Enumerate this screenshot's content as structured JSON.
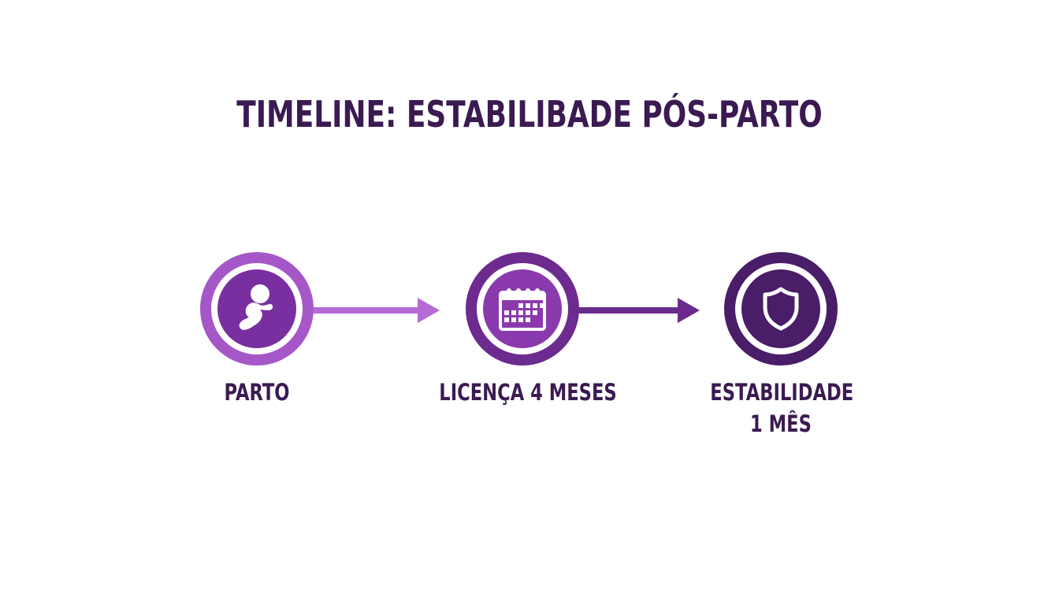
{
  "title": "TIMELINE: ESTABILIBADE PÓS-PARTO",
  "colors": {
    "title": "#3b1a52",
    "step1_ring": "#a557c8",
    "step1_fill": "#7a2fa0",
    "step2_ring": "#6e2b8f",
    "step2_fill": "#8a3aac",
    "step3_ring": "#4a1d68",
    "step3_fill": "#4a1d68",
    "arrow1": "#b46bd6",
    "arrow2": "#6a2c8c"
  },
  "steps": [
    {
      "icon": "baby-icon",
      "label": "PARTO"
    },
    {
      "icon": "calendar-icon",
      "label": "LICENÇA 4 MESES"
    },
    {
      "icon": "shield-icon",
      "label_line1": "ESTABILIDADE",
      "label_line2": "1 MÊS"
    }
  ]
}
